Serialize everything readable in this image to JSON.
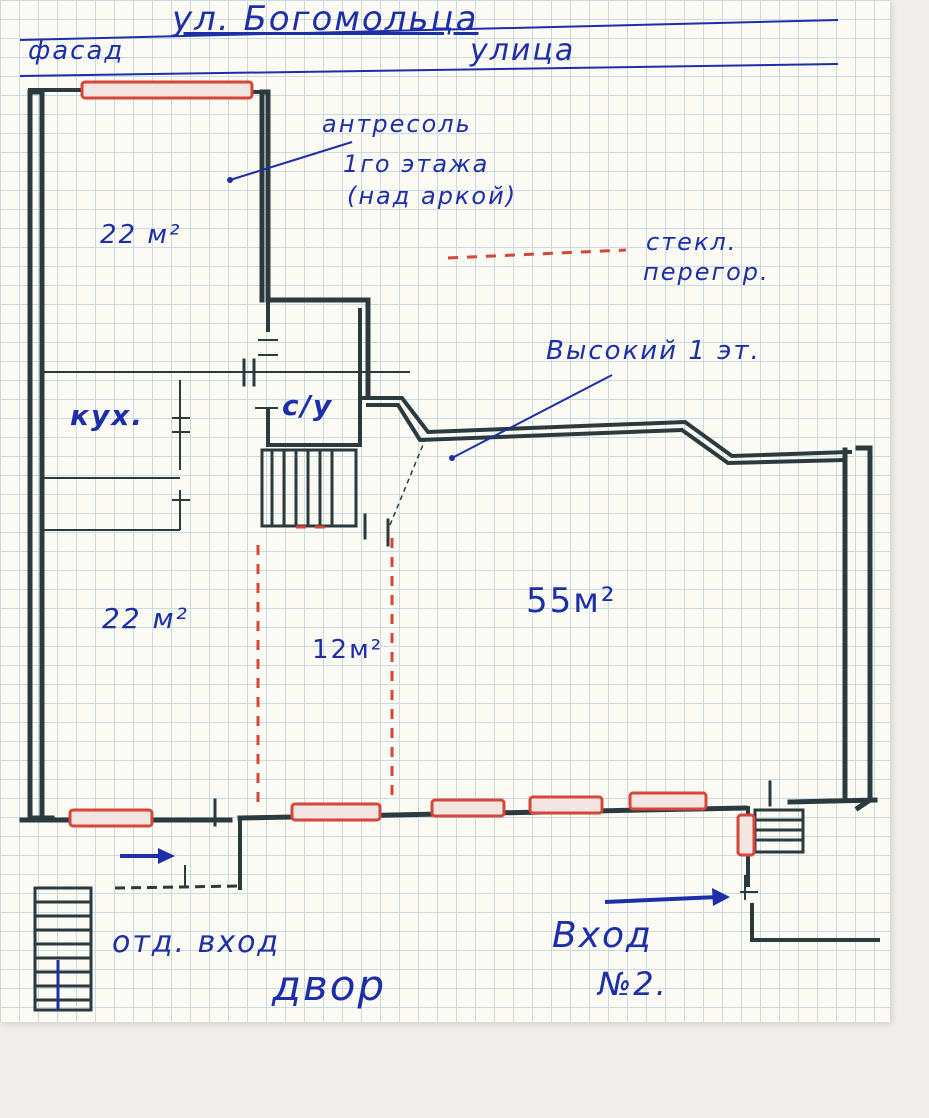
{
  "labels": {
    "street_name": "ул. Богомольца",
    "facade": "фасад",
    "street": "улица",
    "mezzanine_1": "антресоль",
    "mezzanine_2": "1го этажа",
    "mezzanine_3": "(над аркой)",
    "glass_1": "стекл.",
    "glass_2": "перегор.",
    "high_floor": "Высокий 1 эт.",
    "area_top_left": "22 м²",
    "kitchen": "кух.",
    "bathroom": "с/у",
    "area_bottom_left": "22 м²",
    "area_middle": "12м²",
    "area_main": "55м²",
    "separate_entrance": "отд. вход",
    "courtyard": "двор",
    "entrance_2_a": "Вход",
    "entrance_2_b": "№2."
  },
  "colors": {
    "ink_blue": "#1d2fa8",
    "wall": "#2b3a3f",
    "window_red": "#d6443a",
    "grid": "#c9dbe3",
    "paper": "#fbfaf3"
  },
  "icons": [
    "direction-arrow-icon",
    "stairs-icon"
  ]
}
